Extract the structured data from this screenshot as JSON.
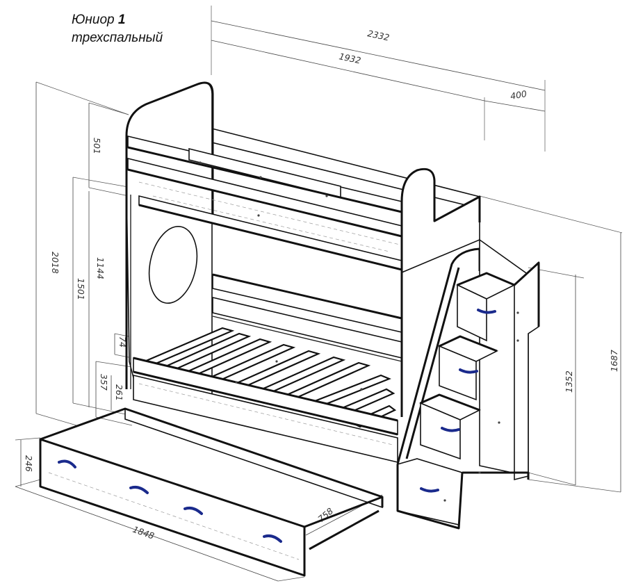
{
  "title": {
    "name": "Юниор",
    "number": "1",
    "subtitle": "трехспальный"
  },
  "dimensions": {
    "total_length": "2332",
    "bed_length": "1932",
    "stair_depth": "400",
    "total_height": "2018",
    "upper_rail_height": "501",
    "upper_level_height": "1501",
    "lower_gap": "1144",
    "slat_height": "74",
    "lower_bed_height": "357",
    "drawer_offset": "261",
    "drawer_height": "246",
    "drawer_length": "1848",
    "drawer_width": "758",
    "stair_height": "1352",
    "stair_total_height": "1687"
  },
  "colors": {
    "line": "#111111",
    "handle": "#1a2a8c",
    "background": "#ffffff"
  }
}
